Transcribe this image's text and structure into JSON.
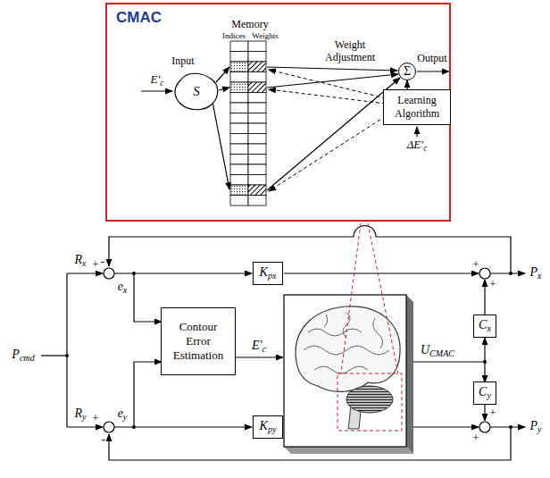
{
  "diagram": {
    "nodes": [
      {
        "text": [
          "CMAC"
        ]
      },
      {
        "text": [
          "S"
        ],
        "in": 0
      },
      {
        "text": [
          "Σ"
        ],
        "in": 0
      },
      {
        "text": [
          "Learning Algorithm"
        ],
        "in": 0
      },
      {
        "text": [
          "Kpx"
        ]
      },
      {
        "text": [
          "Contour Error Estimation"
        ]
      },
      {
        "text": [
          "Cx"
        ]
      },
      {
        "text": [
          "Cy"
        ]
      },
      {
        "text": [
          "Kpy"
        ]
      }
    ],
    "edges": [
      {
        "from": 3,
        "to": 2,
        "arrow": "to"
      }
    ],
    "labels": [
      "Memory",
      "Indices",
      "Weights",
      "Input",
      "E′c",
      "Weight Adjustment",
      "Output",
      "ΔE′c",
      "Rx",
      "-",
      "+",
      "ex",
      "E′c",
      "UCMAC",
      "+",
      "+",
      "Px",
      "Pcmd",
      "Ry",
      "+",
      "-",
      "ey",
      "+",
      "+",
      "Py"
    ]
  }
}
